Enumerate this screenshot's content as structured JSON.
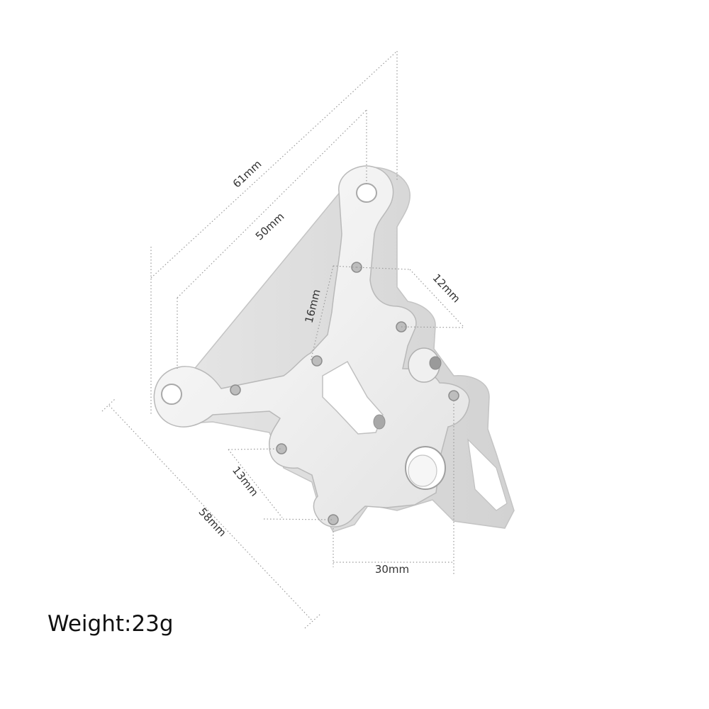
{
  "dimensions": {
    "d61": "61mm",
    "d50": "50mm",
    "d16": "16mm",
    "d12": "12mm",
    "d13": "13mm",
    "d58": "58mm",
    "d30": "30mm"
  },
  "weight_label": "Weight:23g",
  "colors": {
    "part_fill": "#f4f4f4",
    "part_edge": "#b9b9b9",
    "dim_line": "#9a9a9a",
    "text": "#222222"
  }
}
